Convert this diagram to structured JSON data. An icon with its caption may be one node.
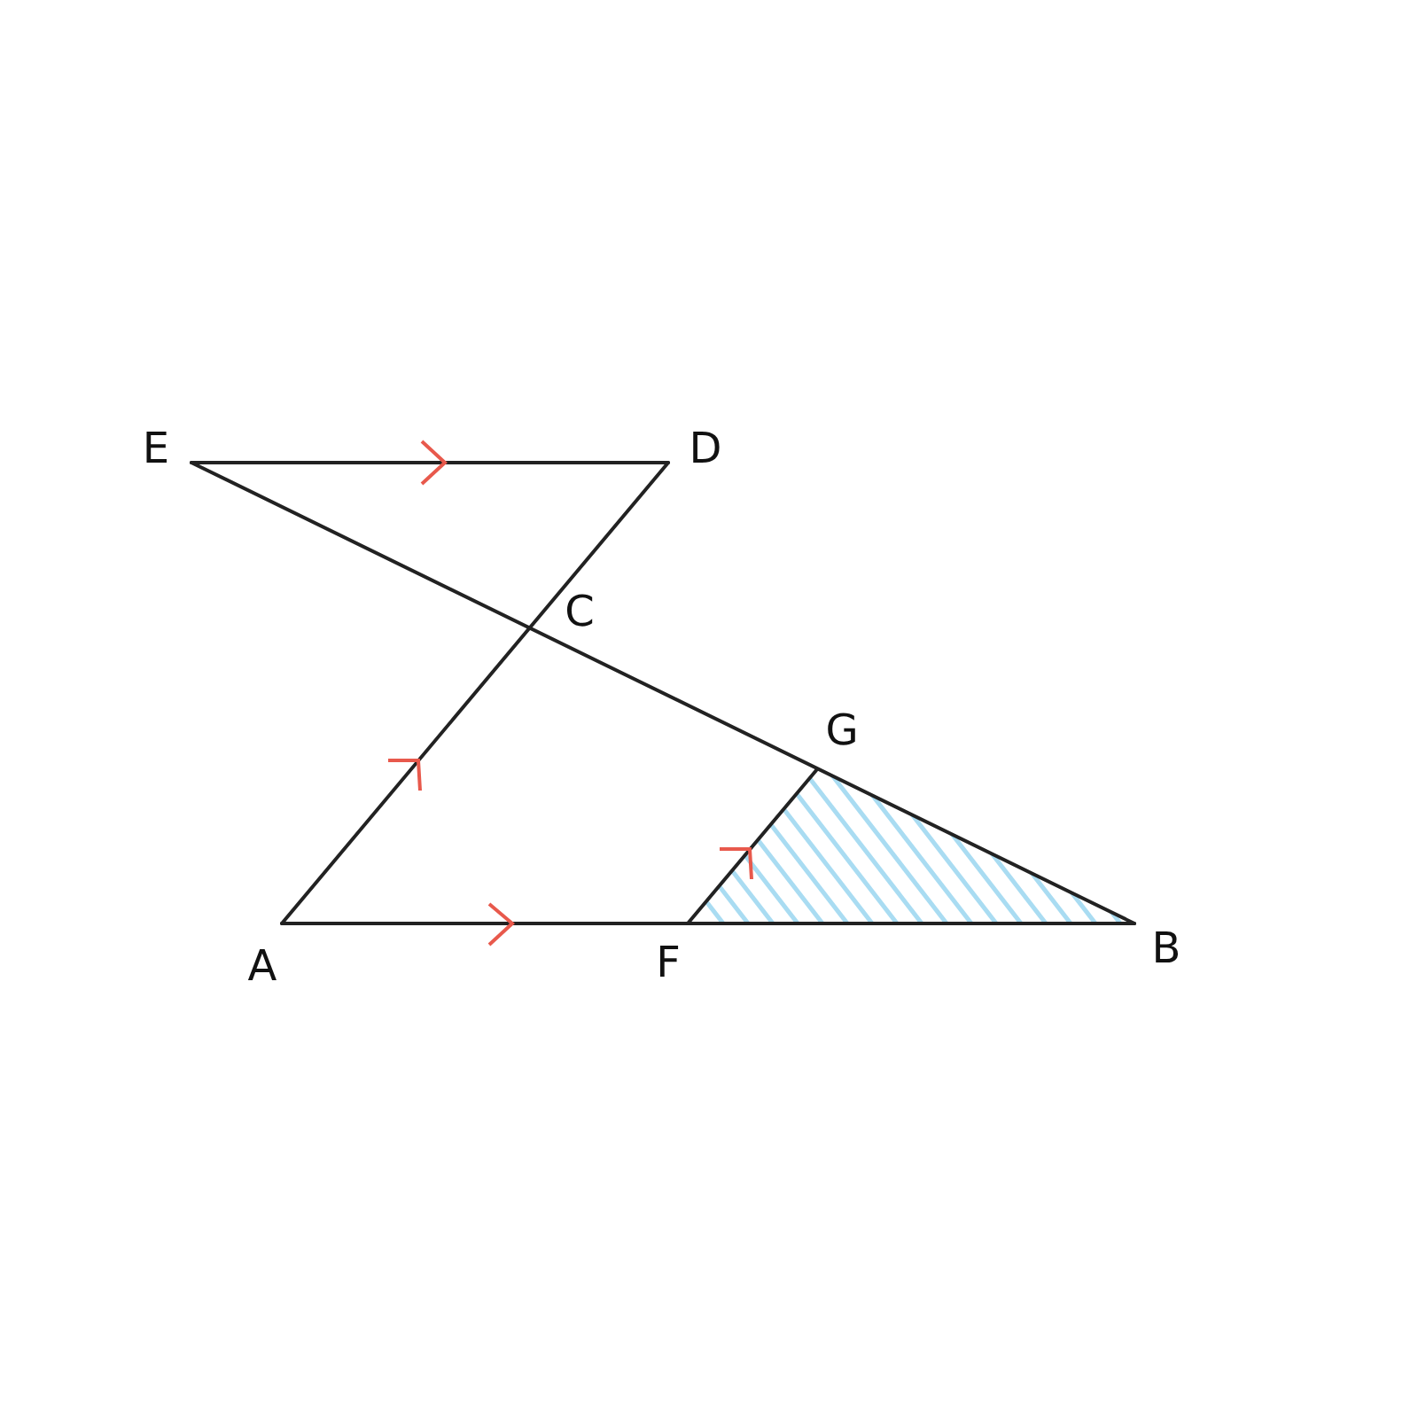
{
  "diagram": {
    "labels": [
      "E",
      "D",
      "C",
      "G",
      "A",
      "F",
      "B"
    ]
  }
}
